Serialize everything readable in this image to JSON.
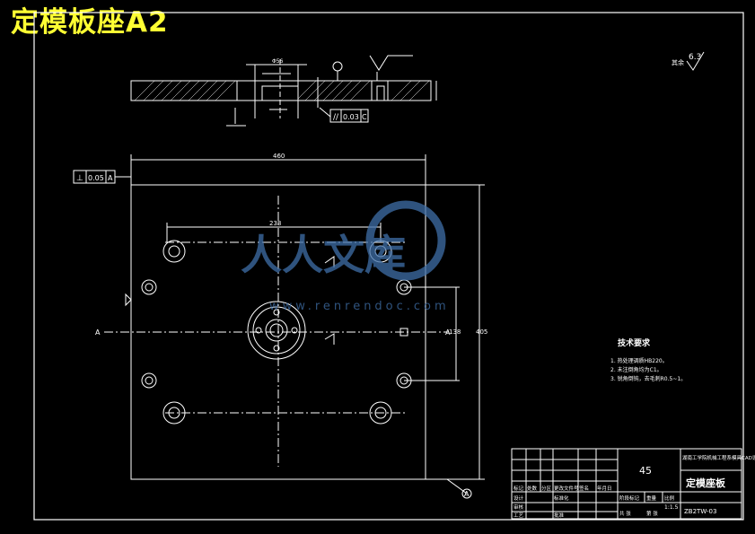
{
  "title": "定模板座A2",
  "roughness_symbol": "6.3",
  "roughness_prefix": "其余",
  "flatness_frame": {
    "symbol": "⊥",
    "value": "0.05",
    "datum": "A"
  },
  "parallel_frame": {
    "symbol": "//",
    "value": "0.03",
    "datum": "C"
  },
  "dims": {
    "width": "460",
    "hole_span": "238",
    "side_span": "138",
    "height": "405",
    "top_dim": "Φ56"
  },
  "datum_label": "A",
  "section_marks": [
    "A",
    "A"
  ],
  "notes": {
    "heading": "技术要求",
    "items": [
      "1. 热处理调质HB220。",
      "2. 未注倒角均为C1。",
      "3. 锐角倒钝，去毛刺R0.5~1。"
    ]
  },
  "watermark": {
    "text": "人人文库",
    "url": "www.renrendoc.com"
  },
  "title_block": {
    "material": "45",
    "school": "湖南工学院机械工程系模具CAD设计",
    "part_name": "定模座板",
    "drawing_no": "ZB2TW-03",
    "scale": "1:1.5",
    "labels": [
      "标记",
      "处数",
      "分区",
      "更改文件号",
      "签名",
      "年月日",
      "设计",
      "标准化",
      "阶段标记",
      "重量",
      "比例",
      "审核",
      "工艺",
      "批准",
      "共 张",
      "第 张"
    ]
  },
  "colors": {
    "line": "#ffffff",
    "title": "#ffff33",
    "watermark": "#3f6fa8"
  }
}
